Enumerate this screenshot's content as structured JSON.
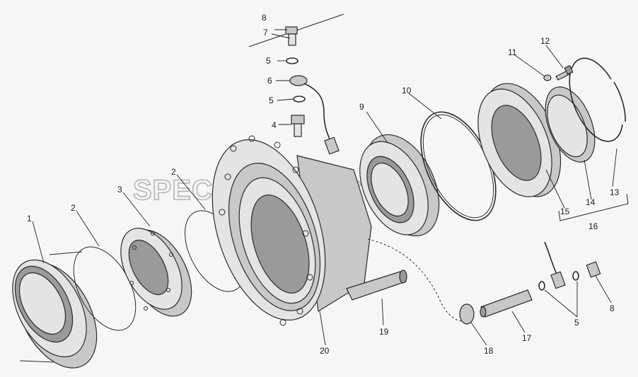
{
  "watermark": "SPECSERVER.COM",
  "labels": {
    "n1": "1",
    "n2a": "2",
    "n2b": "2",
    "n3": "3",
    "n4": "4",
    "n5a": "5",
    "n5b": "5",
    "n5c": "5",
    "n6": "6",
    "n7": "7",
    "n8a": "8",
    "n8b": "8",
    "n9": "9",
    "n10": "10",
    "n11": "11",
    "n12": "12",
    "n13": "13",
    "n14": "14",
    "n15": "15",
    "n16": "16",
    "n17": "17",
    "n18": "18",
    "n19": "19",
    "n20": "20"
  }
}
